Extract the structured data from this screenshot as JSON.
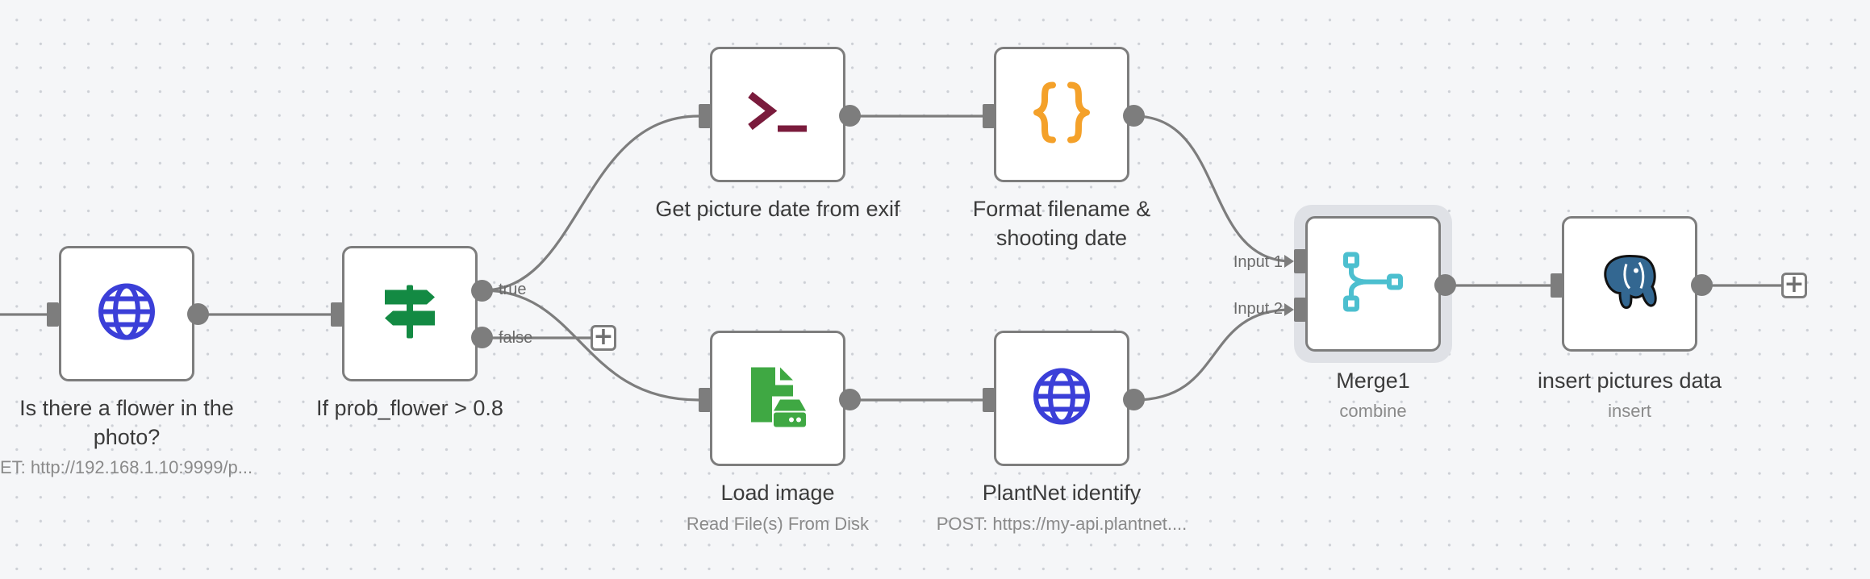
{
  "nodes": {
    "flower_check": {
      "title_line1": "Is there a flower in the",
      "title_line2": "photo?",
      "subtitle": "ET: http://192.168.1.10:9999/p...",
      "icon": "globe-icon"
    },
    "if_prob": {
      "title": "If prob_flower > 0.8",
      "icon": "signpost-icon",
      "output_true": "true",
      "output_false": "false"
    },
    "exif": {
      "title": "Get picture date from exif",
      "icon": "terminal-icon"
    },
    "format": {
      "title_line1": "Format filename &",
      "title_line2": "shooting date",
      "icon": "code-braces-icon"
    },
    "load_image": {
      "title": "Load image",
      "subtitle": "Read File(s) From Disk",
      "icon": "file-disk-icon"
    },
    "plantnet": {
      "title": "PlantNet identify",
      "subtitle": "POST: https://my-api.plantnet....",
      "icon": "globe-icon"
    },
    "merge": {
      "title": "Merge1",
      "subtitle": "combine",
      "icon": "merge-icon",
      "input_1": "Input 1",
      "input_2": "Input 2"
    },
    "insert": {
      "title": "insert pictures data",
      "subtitle": "insert",
      "icon": "postgres-elephant-icon"
    }
  },
  "colors": {
    "edge": "#7d7d7d",
    "globe": "#3b3fd8",
    "signpost": "#138a43",
    "terminal": "#7a1b3c",
    "braces": "#f4a12a",
    "file_disk": "#3fa843",
    "merge": "#4cbfcf",
    "postgres": "#336791"
  }
}
